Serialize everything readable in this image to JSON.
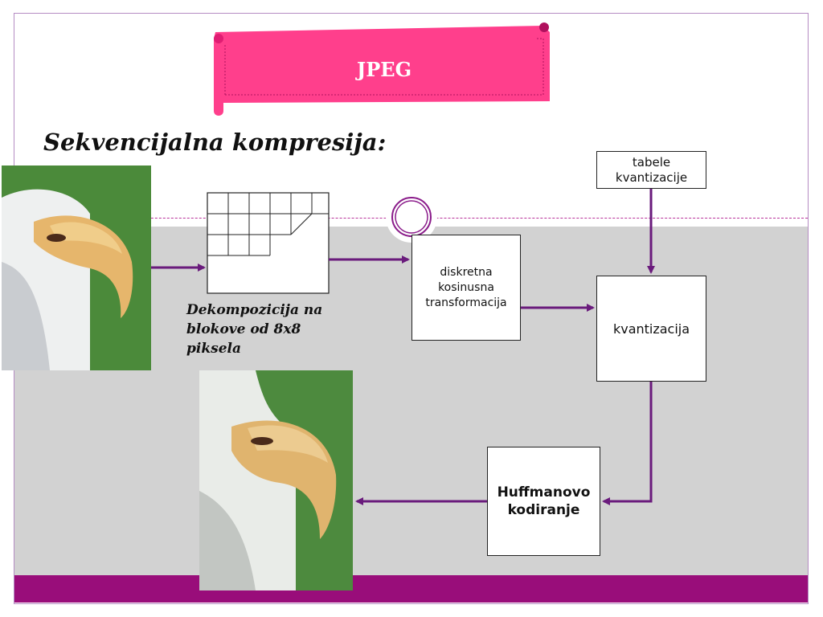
{
  "slide": {
    "title": "JPEG",
    "heading": "Sekvencijalna kompresija:"
  },
  "diagram": {
    "caption_decomposition": [
      "Dekompozicija na",
      "blokove od 8x8",
      "piksela"
    ],
    "box_dct": [
      "diskretna",
      "kosinusna",
      "transformacija"
    ],
    "box_tables": [
      "tabele",
      "kvantizacije"
    ],
    "box_quantization": "kvantizacija",
    "box_huffman": [
      "Huffmanovo",
      "kodiranje"
    ]
  },
  "colors": {
    "banner": "#ff3f8c",
    "arrow": "#6a1b7c",
    "footer": "#990d7a",
    "background_band": "#d2d2d2"
  }
}
